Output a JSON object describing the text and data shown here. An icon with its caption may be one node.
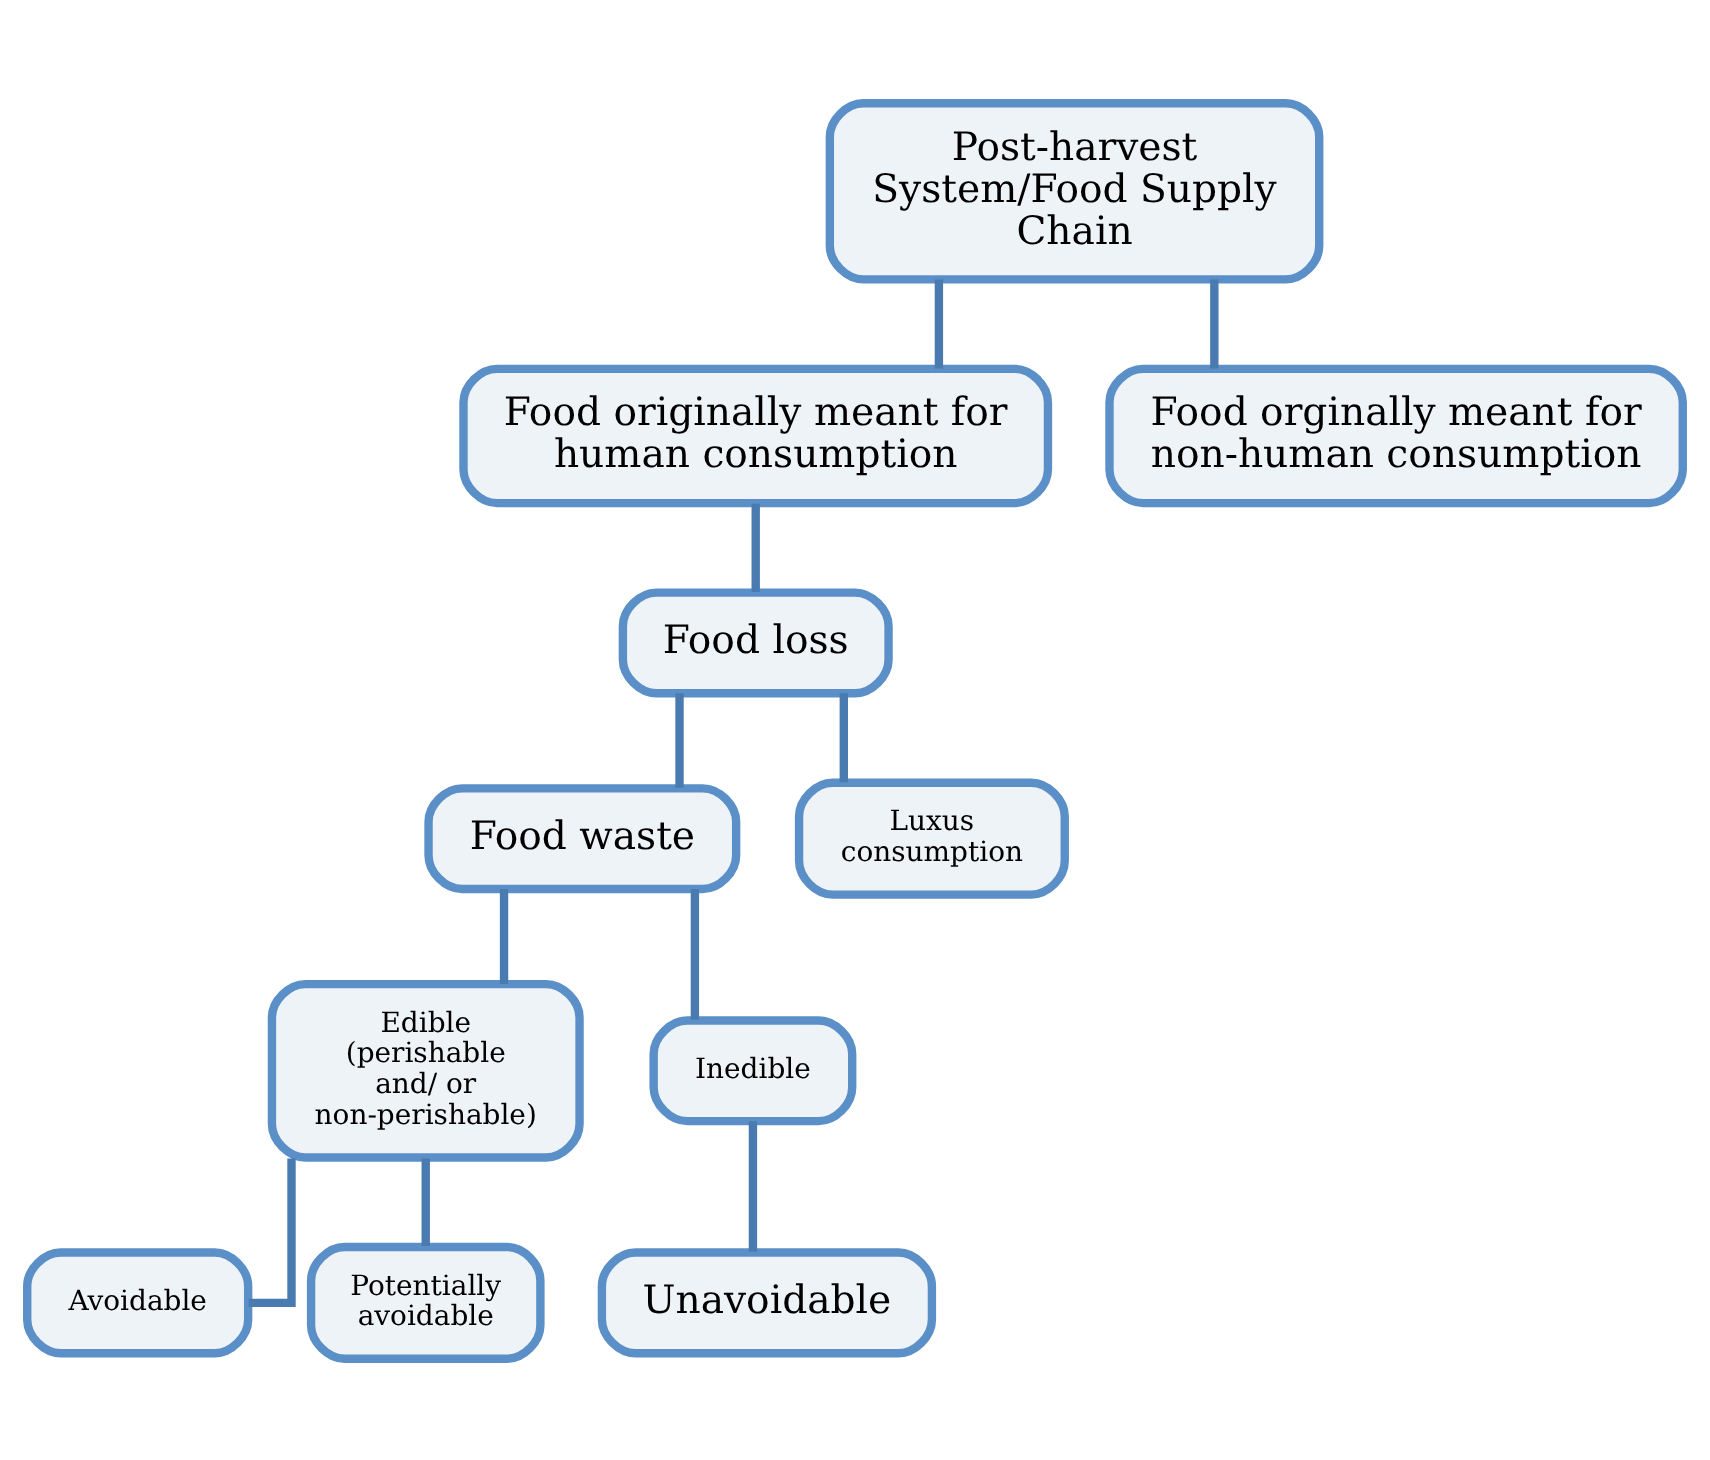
{
  "diagram": {
    "nodes": [
      {
        "text": [
          "Post-harvest System/Food Supply Chain"
        ]
      },
      {
        "text": [
          "Food originally meant for human consumption"
        ]
      },
      {
        "text": [
          "Food orginally meant for non-human consumption"
        ]
      },
      {
        "text": [
          "Food loss"
        ]
      },
      {
        "text": [
          "Food waste"
        ]
      },
      {
        "text": [
          "Luxus consumption"
        ]
      },
      {
        "text": [
          "Edible (perishable and/ or non-perishable)"
        ]
      },
      {
        "text": [
          "Inedible"
        ]
      },
      {
        "text": [
          "Avoidable"
        ]
      },
      {
        "text": [
          "Potentially avoidable"
        ]
      },
      {
        "text": [
          "Unavoidable"
        ]
      }
    ],
    "edges": [
      {
        "from": 0,
        "to": 1,
        "arrow": "none"
      },
      {
        "from": 0,
        "to": 2,
        "arrow": "none"
      },
      {
        "from": 1,
        "to": 3,
        "arrow": "none"
      },
      {
        "from": 3,
        "to": 4,
        "arrow": "none"
      },
      {
        "from": 3,
        "to": 5,
        "arrow": "none"
      },
      {
        "from": 4,
        "to": 6,
        "arrow": "none"
      },
      {
        "from": 4,
        "to": 7,
        "arrow": "none"
      },
      {
        "from": 6,
        "to": 8,
        "arrow": "none"
      },
      {
        "from": 6,
        "to": 9,
        "arrow": "none"
      },
      {
        "from": 7,
        "to": 10,
        "arrow": "none"
      }
    ]
  }
}
